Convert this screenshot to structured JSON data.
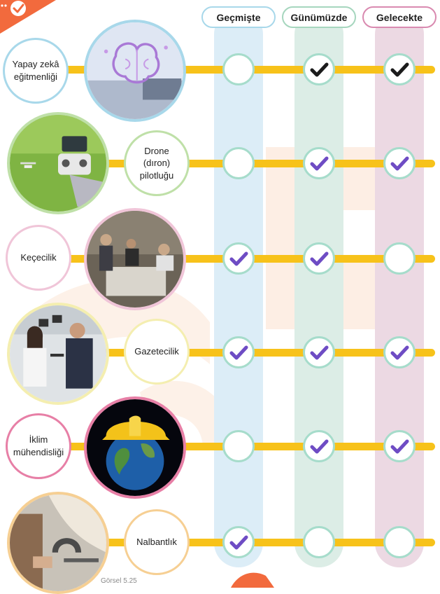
{
  "columns": {
    "past": "Geçmişte",
    "present": "Günümüzde",
    "future": "Gelecekte"
  },
  "rows": [
    {
      "label": "Yapay zekâ eğitmenliği",
      "past": false,
      "present": "black",
      "future": "black"
    },
    {
      "label": "Drone (dıron) pilotluğu",
      "past": false,
      "present": "purple",
      "future": "purple"
    },
    {
      "label": "Keçecilik",
      "past": "purple",
      "present": "purple",
      "future": false
    },
    {
      "label": "Gazetecilik",
      "past": "purple",
      "present": "purple",
      "future": "purple"
    },
    {
      "label": "İklim mühendisliği",
      "past": false,
      "present": "purple",
      "future": "purple"
    },
    {
      "label": "Nalbantlık",
      "past": "purple",
      "present": false,
      "future": false
    }
  ],
  "caption": "Görsel 5.25",
  "colors": {
    "bar": "#f7c21a",
    "check_purple": "#6e4cc4",
    "check_black": "#1b1b1b",
    "accent_orange": "#f26a3d"
  },
  "icons": {
    "corner": "check-badge-icon",
    "check": "checkmark-icon"
  }
}
